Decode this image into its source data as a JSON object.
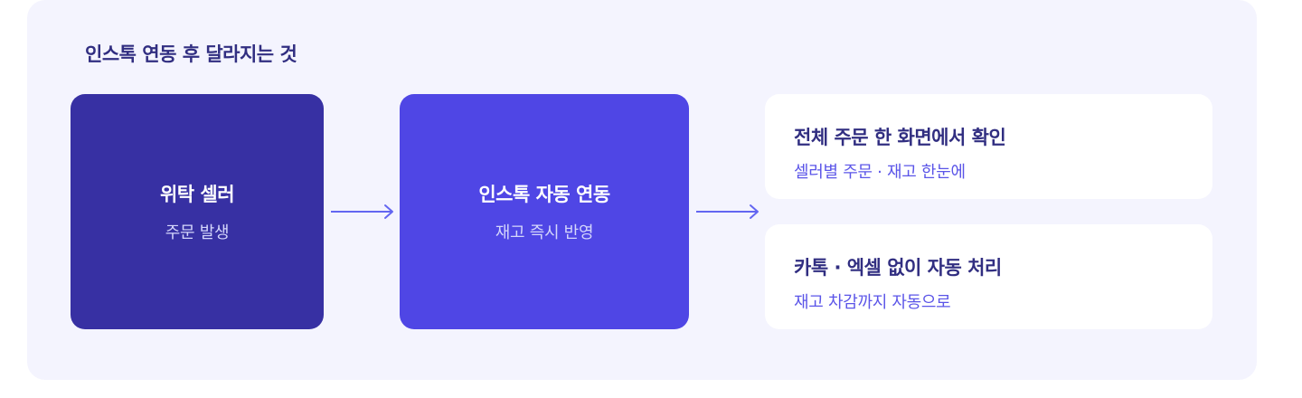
{
  "heading": "인스톡 연동 후 달라지는 것",
  "flow": [
    {
      "title": "위탁 셀러",
      "subtitle": "주문 발생"
    },
    {
      "title": "인스톡 자동 연동",
      "subtitle": "재고 즉시 반영"
    }
  ],
  "results": [
    {
      "title": "전체 주문 한 화면에서 확인",
      "subtitle": "셀러별 주문 · 재고 한눈에"
    },
    {
      "title": "카톡 · 엑셀 없이 자동 처리",
      "subtitle": "재고 차감까지 자동으로"
    }
  ],
  "colors": {
    "panel_background": "#f4f4fe",
    "node_seller": "#3730a3",
    "node_instock": "#4f46e5",
    "arrow": "#6366f1",
    "heading_text": "#312e81",
    "accent_text": "#5b55e8"
  },
  "icons": [
    "arrow-right-icon",
    "arrow-right-icon"
  ]
}
